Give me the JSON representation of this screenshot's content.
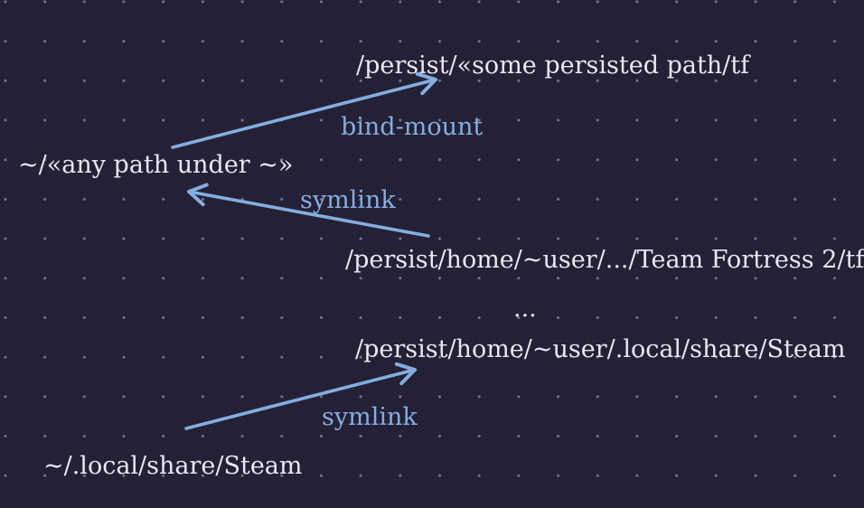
{
  "diagram": {
    "colors": {
      "background": "#242036",
      "dot_grid": "#bbb7c8",
      "text": "#e9e7ef",
      "accent": "#84addf"
    },
    "nodes": [
      {
        "id": "persist-some-path",
        "text": "/persist/«some persisted path/tf"
      },
      {
        "id": "home-any-path",
        "text": "~/«any path under ~»"
      },
      {
        "id": "persist-team-fortress",
        "text": "/persist/home/~user/.../Team Fortress 2/tf"
      },
      {
        "id": "ellipsis",
        "text": "..."
      },
      {
        "id": "persist-steam",
        "text": "/persist/home/~user/.local/share/Steam"
      },
      {
        "id": "home-steam",
        "text": "~/.local/share/Steam"
      }
    ],
    "edges": [
      {
        "id": "bind-mount",
        "label": "bind-mount",
        "from": "home-any-path",
        "to": "persist-some-path"
      },
      {
        "id": "symlink-team-fortress",
        "label": "symlink",
        "from": "persist-team-fortress",
        "to": "home-any-path"
      },
      {
        "id": "symlink-steam",
        "label": "symlink",
        "from": "home-steam",
        "to": "persist-steam"
      }
    ]
  }
}
